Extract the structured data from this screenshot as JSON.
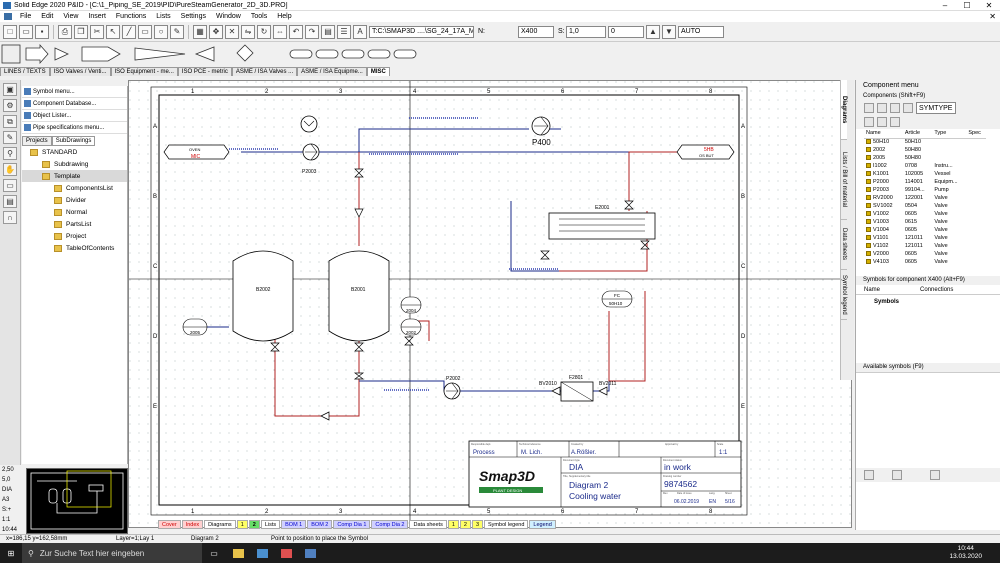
{
  "window": {
    "title": "Solid Edge 2020 P&ID - [C:\\1_Piping_SE_2019\\PID\\PureSteamGenerator_2D_3D.PRO]"
  },
  "menu": [
    "File",
    "Edit",
    "View",
    "Insert",
    "Functions",
    "Lists",
    "Settings",
    "Window",
    "Tools",
    "Help"
  ],
  "toolbar": {
    "text_field": "T:C:\\SMAP3D ....\\SG_24_17A_MM",
    "n_field": "N:",
    "x400": "X400",
    "s_field": "S:",
    "s_value": "1,0",
    "num_value": "0",
    "auto": "AUTO"
  },
  "tabs": [
    "LINES / TEXTS",
    "ISO Valves / Venti...",
    "ISO Equipment - me...",
    "ISO PCE - metric",
    "ASME / ISA Valves ...",
    "ASME / ISA Equipme...",
    "MISC"
  ],
  "left_panel": {
    "buttons": [
      "Symbol menu...",
      "Component Database...",
      "Object Lister...",
      "Pipe specifications menu..."
    ],
    "tabs": [
      "Projects",
      "SubDrawings"
    ],
    "tree": [
      "STANDARD",
      "Subdrawing",
      "Template",
      "ComponentsList",
      "Divider",
      "Normal",
      "PartsList",
      "Project",
      "TableOfContents"
    ]
  },
  "left_stats": [
    "2,50",
    "5,0",
    "DIA",
    "A3",
    "S:+",
    "1:1",
    "10:44"
  ],
  "drawing": {
    "col_labels": [
      "1",
      "2",
      "3",
      "4",
      "5",
      "6",
      "7",
      "8"
    ],
    "row_labels": [
      "A",
      "B",
      "C",
      "D",
      "E"
    ],
    "components": {
      "p400": "P400",
      "p2003": "P2003",
      "b2002": "B2002",
      "b2001": "B2001",
      "e2001": "E2001",
      "p2002": "P2002",
      "f2801": "F2801",
      "bv2010": "BV2010",
      "bv2011": "BV2011",
      "fc": "FC",
      "fc_id": "50H10",
      "inst_2004": "2004",
      "inst_2002": "2002",
      "inst_2005": "2005",
      "left_tag_top": "OVEN",
      "left_tag_bot": "MIC",
      "right_tag_top": "5HB",
      "right_tag_bot": "OS BUT"
    },
    "title_block": {
      "responsible_label": "Responsible dept.",
      "technical_label": "Technical reference",
      "created_label": "Created by",
      "approved_label": "Approval by",
      "responsible": "Process",
      "technical": "M. Lich.",
      "created": "A.Rößler.",
      "scale_label": "Scale",
      "scale": "1:1",
      "doc_type_label": "Document type",
      "doc_type": "DIA",
      "doc_status_label": "Document status",
      "doc_status": "in work",
      "title_label": "Title, Supplementary title",
      "title1": "Diagram 2",
      "title2": "Cooling water",
      "drawing_number_label": "Drawing number",
      "drawing_number": "9874562",
      "rev_label": "Rev.",
      "date_label": "Date of issue",
      "lang_label": "Lang.",
      "sheet_label": "Sheet",
      "date": "06.02.2019",
      "lang": "EN",
      "sheet": "5/16",
      "logo_main": "Smap3D",
      "logo_sub": "PLANT DESIGN"
    }
  },
  "sheet_tabs": [
    "Cover",
    "Index",
    "Diagrams",
    "1",
    "2",
    "Lists",
    "BOM 1",
    "BOM 2",
    "Comp Dia 1",
    "Comp Dia 2",
    "Data sheets",
    "1",
    "2",
    "3",
    "Symbol legend",
    "Legend"
  ],
  "vertical_tabs": [
    "Diagrams",
    "Lists / Bill of material",
    "Data sheets",
    "Symbol legend"
  ],
  "component_menu": {
    "header": "Component menu",
    "sub": "Components (Shift+F9)",
    "symtype": "SYMTYPE",
    "columns": [
      "Name",
      "Article",
      "Type",
      "Spec"
    ],
    "rows": [
      [
        "50H10",
        "50H10",
        "",
        ""
      ],
      [
        "2002",
        "50H80",
        "",
        ""
      ],
      [
        "2005",
        "50H80",
        "",
        ""
      ],
      [
        "I1002",
        "0708",
        "Instru...",
        ""
      ],
      [
        "K1001",
        "102005",
        "Vessel",
        ""
      ],
      [
        "P2000",
        "114001",
        "Equipm...",
        ""
      ],
      [
        "P2003",
        "99104...",
        "Pump",
        ""
      ],
      [
        "RV2000",
        "122001",
        "Valve",
        ""
      ],
      [
        "SV1002",
        "0504",
        "Valve",
        ""
      ],
      [
        "V1002",
        "0605",
        "Valve",
        ""
      ],
      [
        "V1003",
        "0615",
        "Valve",
        ""
      ],
      [
        "V1004",
        "0605",
        "Valve",
        ""
      ],
      [
        "V1101",
        "121011",
        "Valve",
        ""
      ],
      [
        "V1102",
        "121011",
        "Valve",
        ""
      ],
      [
        "V2000",
        "0605",
        "Valve",
        ""
      ],
      [
        "V4103",
        "0605",
        "Valve",
        ""
      ]
    ],
    "symbols_for": "Symbols for component X400 (Alt+F9)",
    "sym_cols": [
      "Name",
      "Connections"
    ],
    "symbols": "Symbols",
    "available": "Available symbols (F9)"
  },
  "status": {
    "coords": "x=186,15 y=162,58mm",
    "layer": "Layer=1;Lay 1",
    "sheet": "Diagram 2",
    "hint": "Point to position to place the Symbol"
  },
  "taskbar": {
    "search": "Zur Suche Text hier eingeben",
    "time": "10:44",
    "date": "13.03.2020"
  }
}
